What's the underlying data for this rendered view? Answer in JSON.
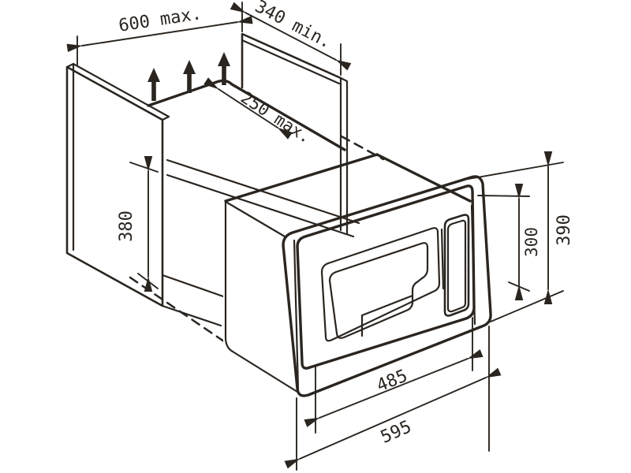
{
  "diagram": {
    "type": "technical-installation-drawing",
    "subject": "built-in microwave oven niche dimensions",
    "background_color": "#ffffff",
    "ink_color": "#2b2520",
    "dimensions": {
      "cabinet_width": {
        "label": "600 max.",
        "value": 600,
        "qualifier": "max"
      },
      "vent_gap_depth": {
        "label": "340 min.",
        "value": 340,
        "qualifier": "min"
      },
      "top_shelf_depth": {
        "label": "250 max.",
        "value": 250,
        "qualifier": "max"
      },
      "niche_height": {
        "label": "380",
        "value": 380
      },
      "oven_height": {
        "label": "300",
        "value": 300
      },
      "frame_height": {
        "label": "390",
        "value": 390
      },
      "oven_width": {
        "label": "485",
        "value": 485
      },
      "frame_width": {
        "label": "595",
        "value": 595
      }
    },
    "icons": {
      "vent_arrows": {
        "name": "vent-arrow-up-icon",
        "count": 3,
        "meaning": "air flow / ventilation upward"
      }
    }
  }
}
